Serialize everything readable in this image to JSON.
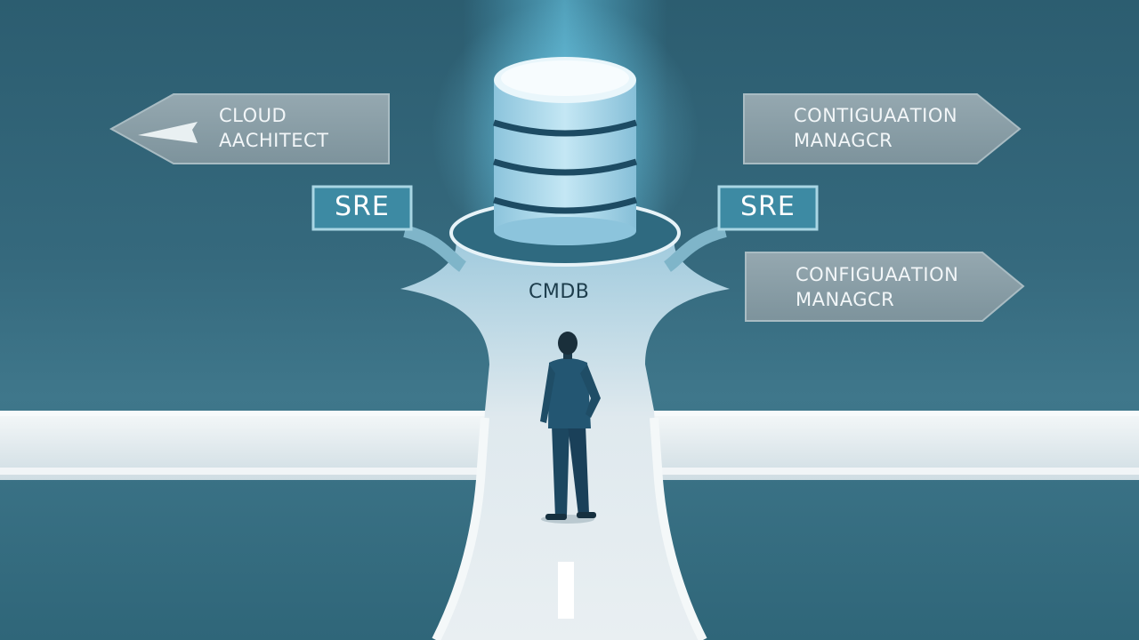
{
  "signs": {
    "cloud_architect": {
      "line1": "CLOUD",
      "line2": "AАCНITECT"
    },
    "config_manager_top": {
      "line1": "CONTIGUAАTION",
      "line2": "MANAGCR"
    },
    "config_manager_bottom": {
      "line1": "CONFIGUAАTION",
      "line2": "MANAGCR"
    },
    "sre_left": "SRE",
    "sre_right": "SRE"
  },
  "hub": {
    "label": "CMDB"
  },
  "colors": {
    "background": "#2f6275",
    "road": "#dce6ea",
    "database": "#a9d7ea",
    "sign": "#8a9ea6",
    "sre_box": "#3d8aa3",
    "figure_suit": "#1f4d66"
  },
  "icons": {
    "database": "database-icon",
    "person": "person-figure",
    "left_arrow": "arrow-left-icon",
    "right_arrow": "arrow-right-icon"
  }
}
